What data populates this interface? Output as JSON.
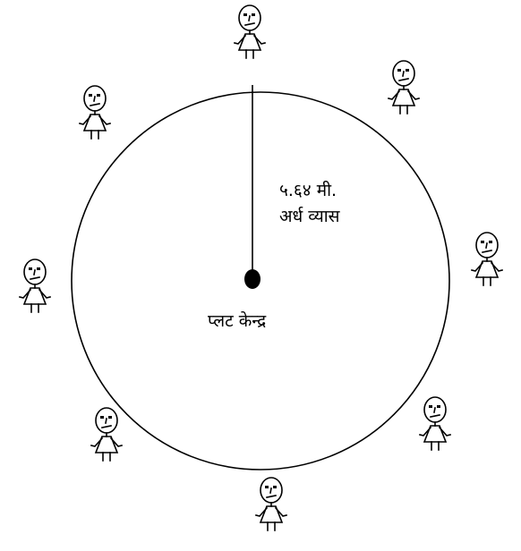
{
  "diagram": {
    "radius_value": "५.६४ मी.",
    "radius_caption": "अर्ध व्यास",
    "center_caption": "प्लट केन्द्र",
    "people_count": 8,
    "colors": {
      "ink": "#000000",
      "background": "#ffffff"
    },
    "icons": [
      "person-icon"
    ]
  }
}
